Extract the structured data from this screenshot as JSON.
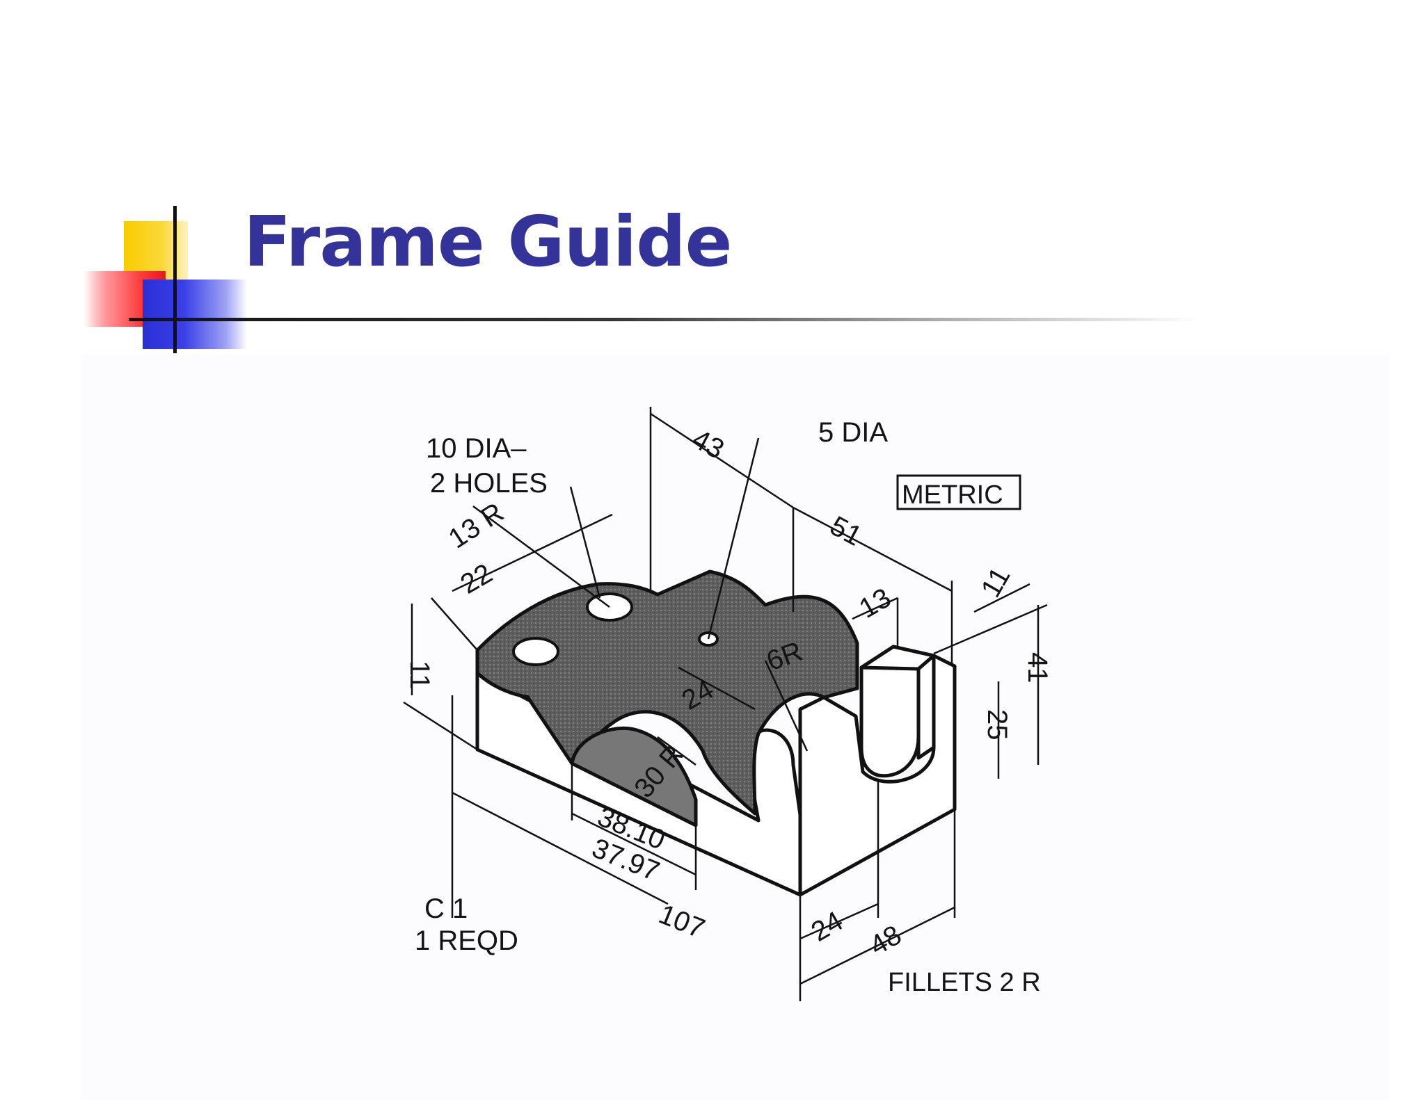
{
  "slide": {
    "title": "Frame Guide",
    "accent_text_color": "#333399"
  },
  "drawing": {
    "labels": {
      "holes_dia": "10 DIA–",
      "holes_count": "2 HOLES",
      "radius_13": "13 R",
      "dim_22": "22",
      "dim_43": "43",
      "dia_5": "5 DIA",
      "metric": "METRIC",
      "dim_51": "51",
      "dim_13": "13",
      "dim_11_right": "11",
      "dim_41": "41",
      "dim_25": "25",
      "radius_6": "6R",
      "dim_24_top": "24",
      "radius_30": "30 R",
      "dim_11_left": "11",
      "tol_upper": "38.10",
      "tol_lower": "37.97",
      "dim_107": "107",
      "dim_24_bottom": "24",
      "dim_48": "48",
      "part_id": "C 1",
      "qty": "1 REQD",
      "fillets": "FILLETS 2 R"
    }
  }
}
